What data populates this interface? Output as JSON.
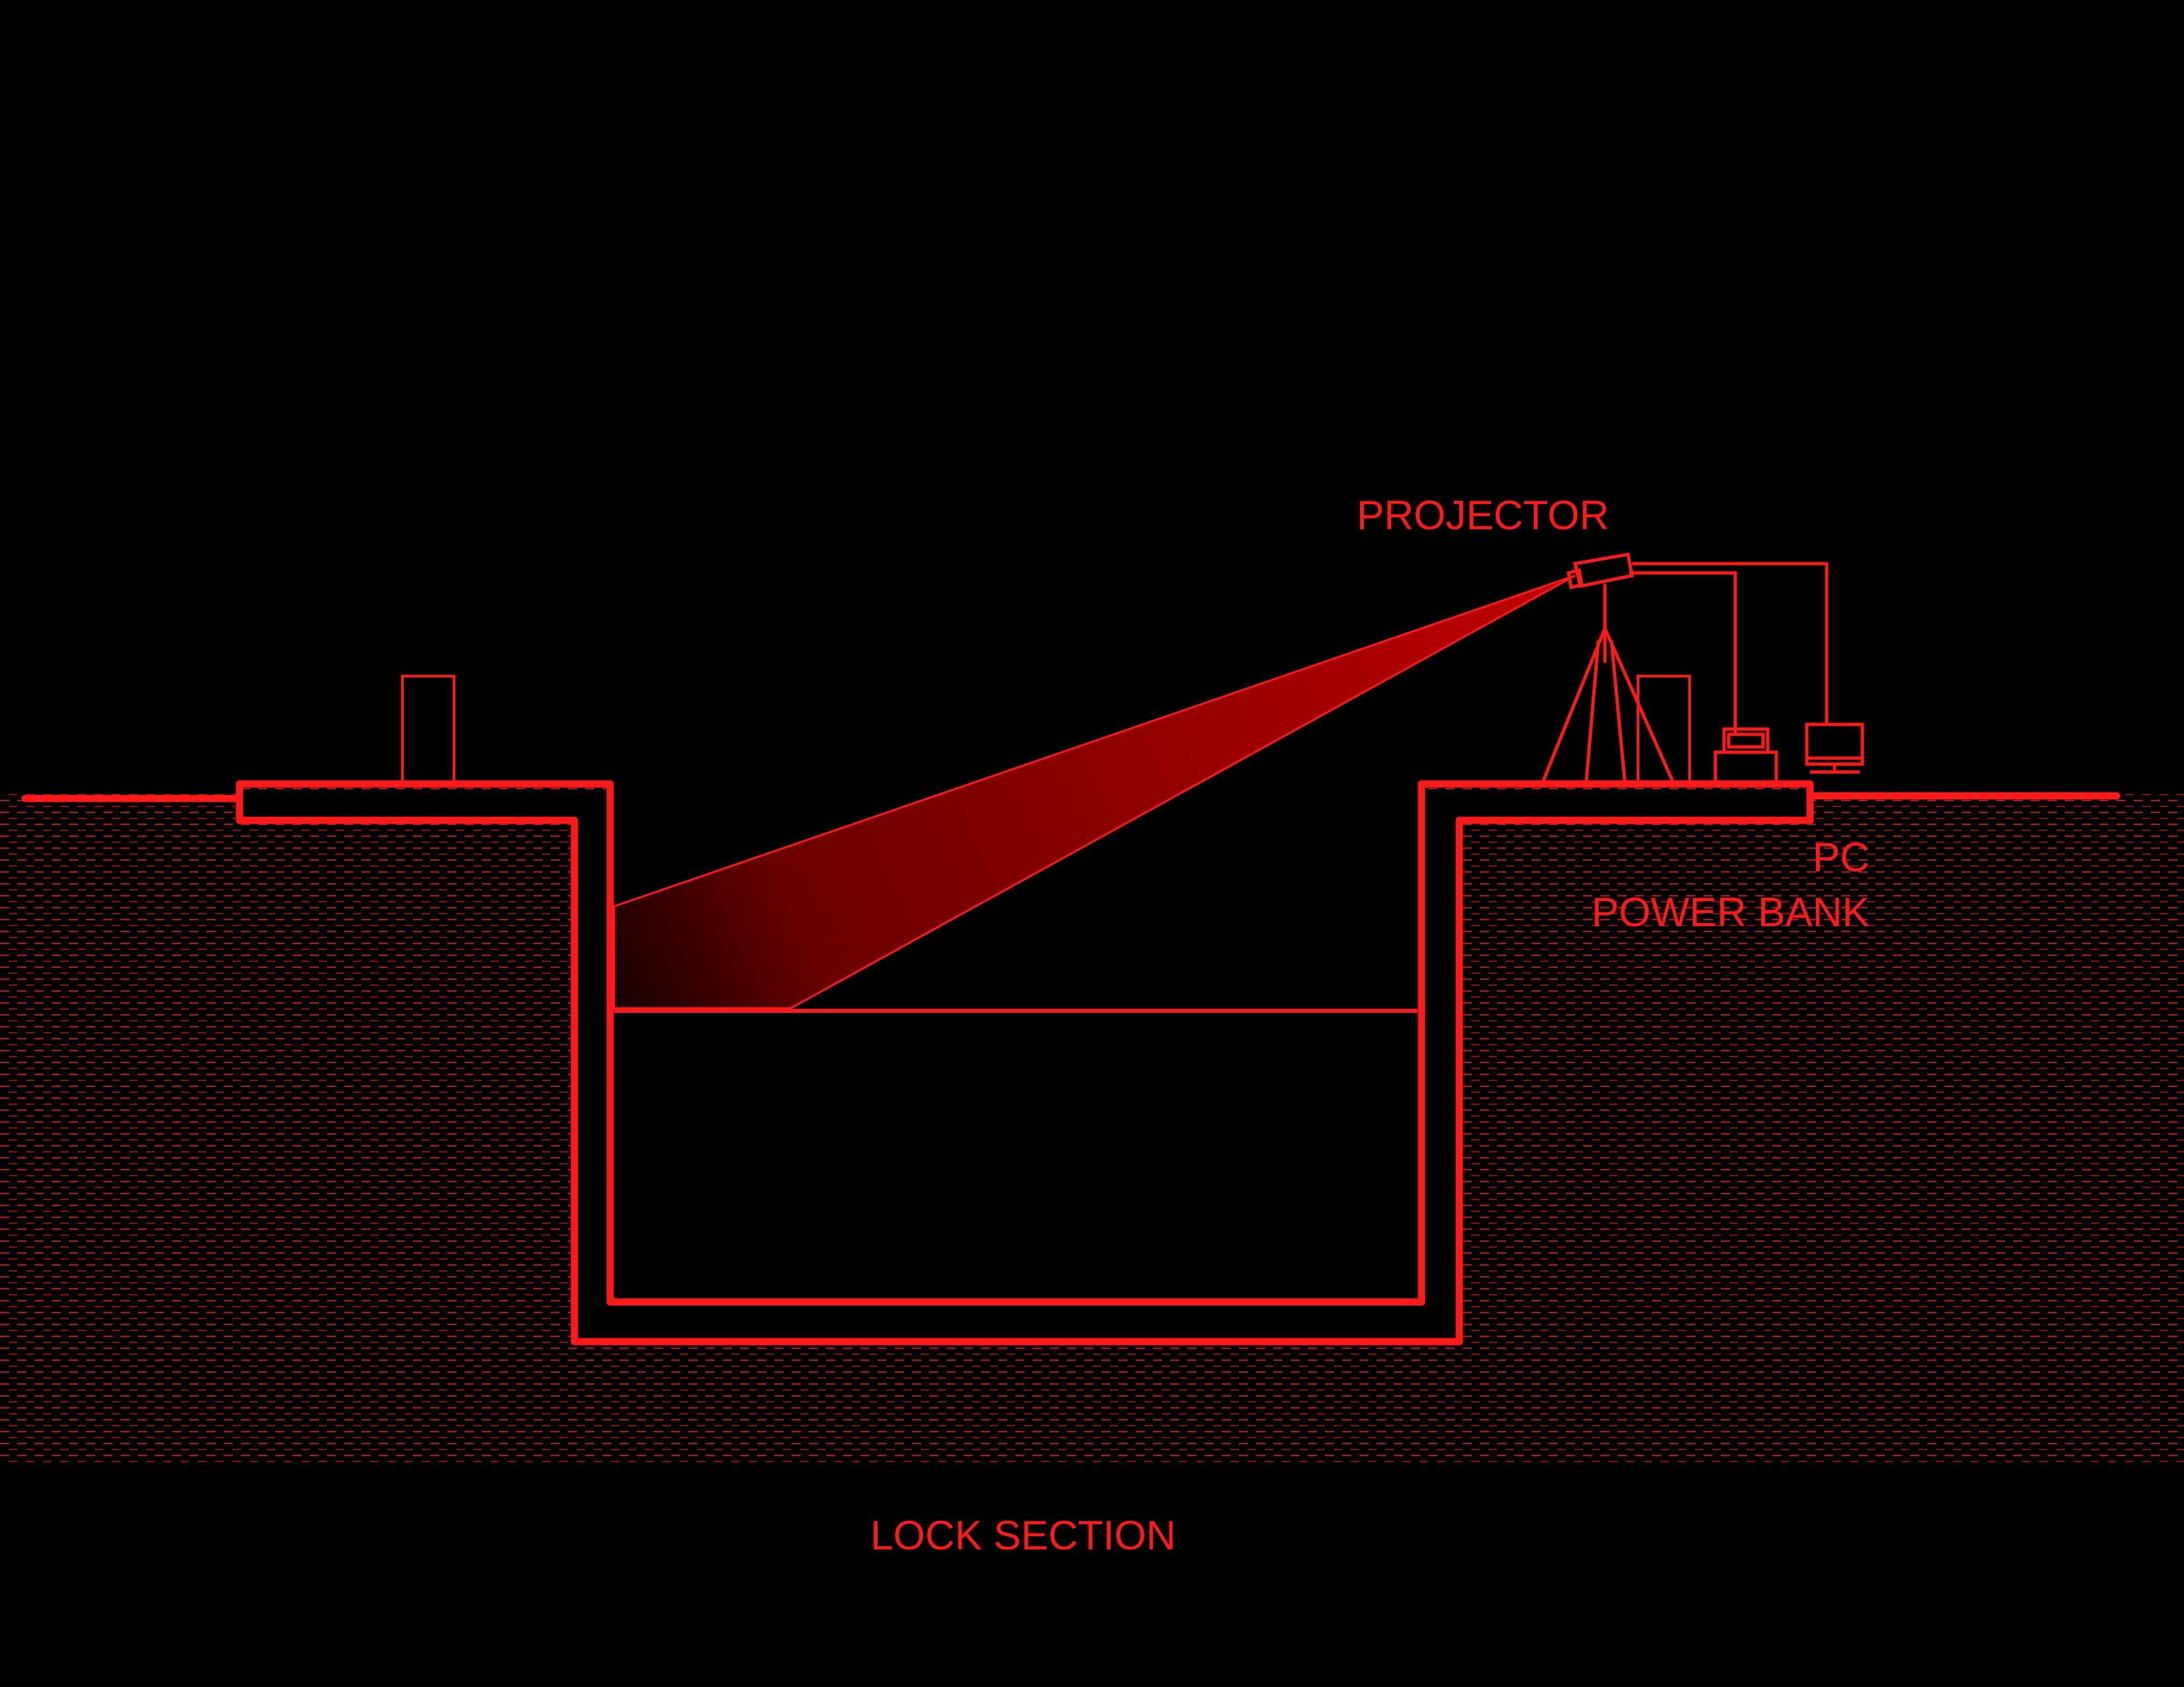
{
  "labels": {
    "projector": "PROJECTOR",
    "pc": "PC",
    "power_bank": "POWER BANK",
    "section_title": "LOCK SECTION"
  },
  "colors": {
    "background": "#000000",
    "line": "#ff1a1a",
    "projection_beam": "#8a0000",
    "ground_hatch": "#ff1a1a"
  },
  "icons": {
    "projector": "projector-icon",
    "tripod": "tripod-icon",
    "power_bank": "power-bank-icon",
    "pc": "pc-monitor-icon"
  }
}
